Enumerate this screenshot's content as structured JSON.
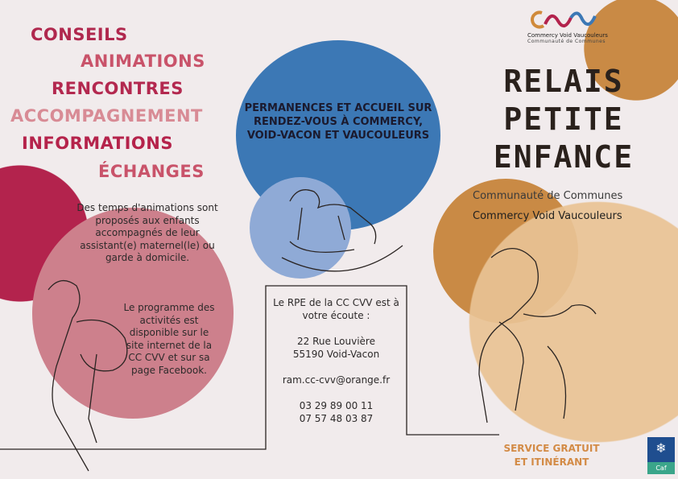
{
  "keywords": [
    "CONSEILS",
    "ANIMATIONS",
    "RENCONTRES",
    "ACCOMPAGNEMENT",
    "INFORMATIONS",
    "ÉCHANGES"
  ],
  "logo": {
    "name": "Commercy Void Vaucouleurs",
    "subtitle": "Communauté de Communes"
  },
  "title": [
    "RELAIS",
    "PETITE",
    "ENFANCE"
  ],
  "subtitle": {
    "line1": "Communauté de Communes",
    "line2": "Commercy Void Vaucouleurs"
  },
  "permanences": "PERMANENCES ET ACCUEIL SUR RENDEZ-VOUS À COMMERCY, VOID-VACON ET VAUCOULEURS",
  "animations_text": "Des temps d'animations sont proposés aux enfants accompagnés de leur assistant(e) maternel(le) ou garde à domicile.",
  "programme_text": "Le programme des activités est disponible sur le site internet de la CC CVV et sur sa page Facebook.",
  "contact": {
    "intro": "Le RPE de la CC CVV est à votre écoute :",
    "address1": "22 Rue Louvière",
    "address2": "55190 Void-Vacon",
    "email": "ram.cc-cvv@orange.fr",
    "phone1": "03 29 89 00 11",
    "phone2": "07 57 48 03 87"
  },
  "service": {
    "line1": "SERVICE GRATUIT",
    "line2": "ET ITINÉRANT"
  },
  "caf_logo": "Caf",
  "colors": {
    "crimson": "#b3234d",
    "salmon": "#cd808c",
    "blue": "#3c78b5",
    "lightblue": "#8faad6",
    "orange": "#c98a45",
    "tan": "#e9c394",
    "bg": "#f1ebec"
  }
}
